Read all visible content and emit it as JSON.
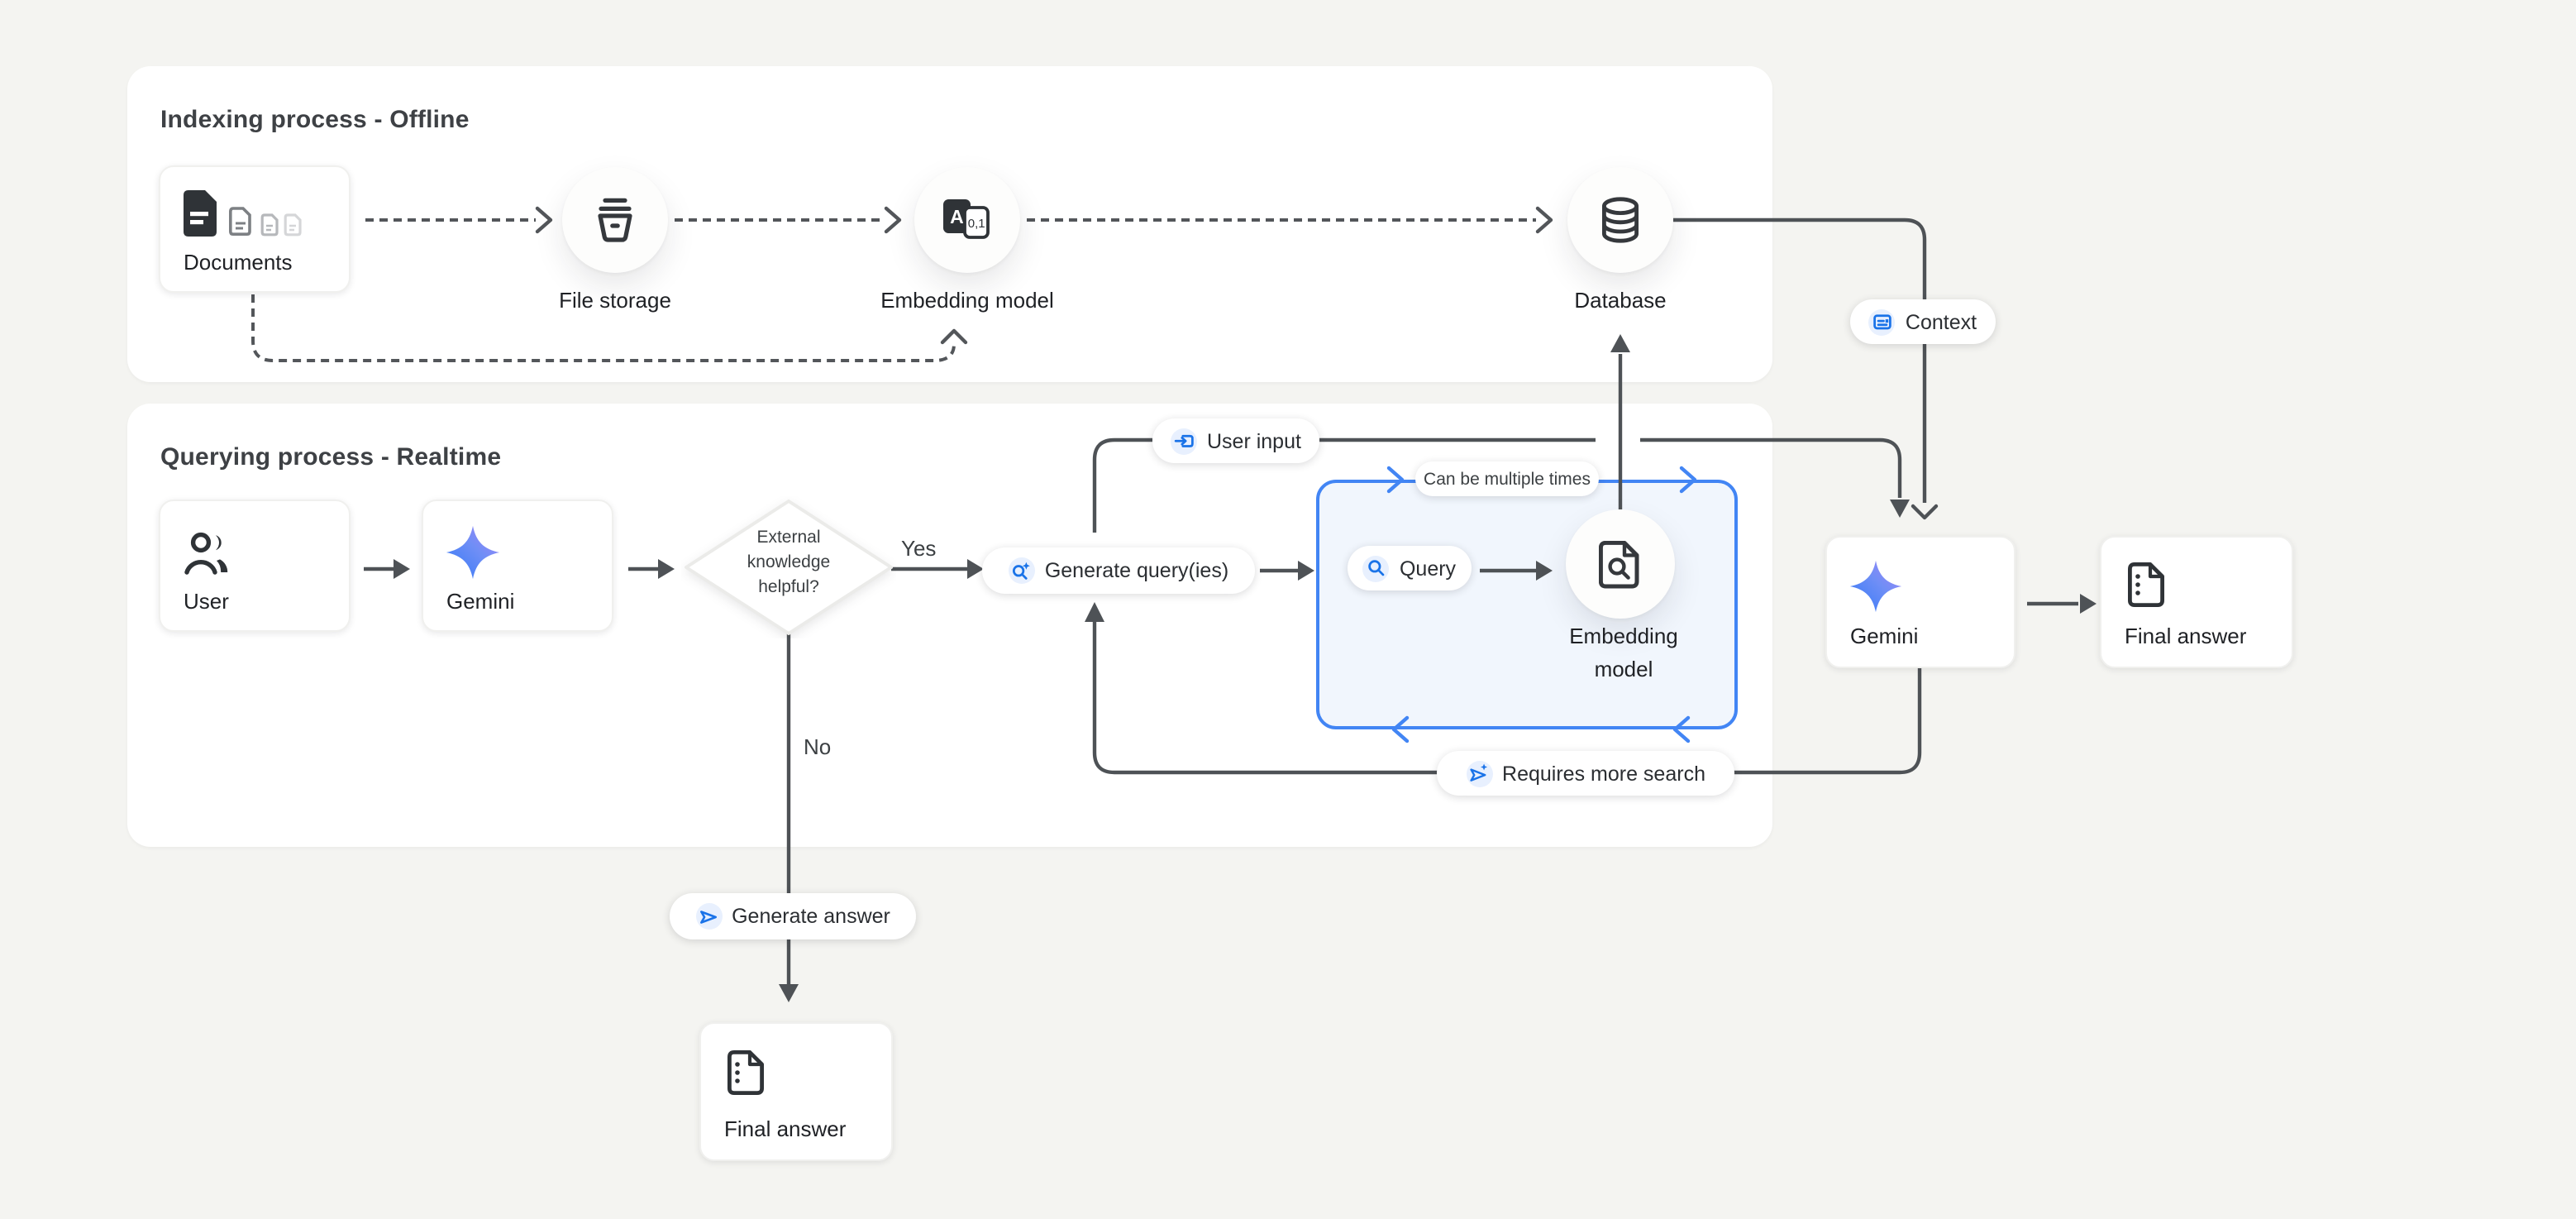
{
  "titles": {
    "indexing": "Indexing process - Offline",
    "querying": "Querying process - Realtime"
  },
  "nodes": {
    "documents": "Documents",
    "file_storage": "File storage",
    "embedding_offline": "Embedding model",
    "database": "Database",
    "user": "User",
    "gemini_left": "Gemini",
    "gemini_right": "Gemini",
    "final_answer_right": "Final answer",
    "final_answer_bottom": "Final answer",
    "embedding_query_line1": "Embedding",
    "embedding_query_line2": "model"
  },
  "decision": {
    "line1": "External",
    "line2": "knowledge",
    "line3": "helpful?",
    "yes": "Yes",
    "no": "No"
  },
  "pills": {
    "user_input": "User input",
    "context": "Context",
    "can_be_multiple_times": "Can be multiple times",
    "generate_queries": "Generate query(ies)",
    "query": "Query",
    "requires_more_search": "Requires more search",
    "generate_answer": "Generate answer"
  },
  "icons": {
    "documents": "document-stack-icon",
    "file_storage": "storage-bucket-icon",
    "embedding_offline": "translate-model-icon",
    "database": "database-cylinder-icon",
    "user": "users-icon",
    "gemini": "gemini-star-icon",
    "final_answer": "document-dots-icon",
    "embedding_query": "document-search-icon",
    "user_input": "input-arrow-icon",
    "context": "article-icon",
    "generate_queries": "search-sparkle-icon",
    "query": "search-icon",
    "requires_more_search": "send-sparkle-icon",
    "generate_answer": "send-icon"
  },
  "colors": {
    "background": "#f4f4f1",
    "panel": "#ffffff",
    "line_dark": "#4e5256",
    "accent_blue": "#1a73e8",
    "loop_border_blue": "#4285f4",
    "loop_fill": "#f1f6fd",
    "icon_circle_bg": "#e8f0fe",
    "gemini_gradient_start": "#3178f6",
    "gemini_gradient_end": "#a687f8"
  }
}
